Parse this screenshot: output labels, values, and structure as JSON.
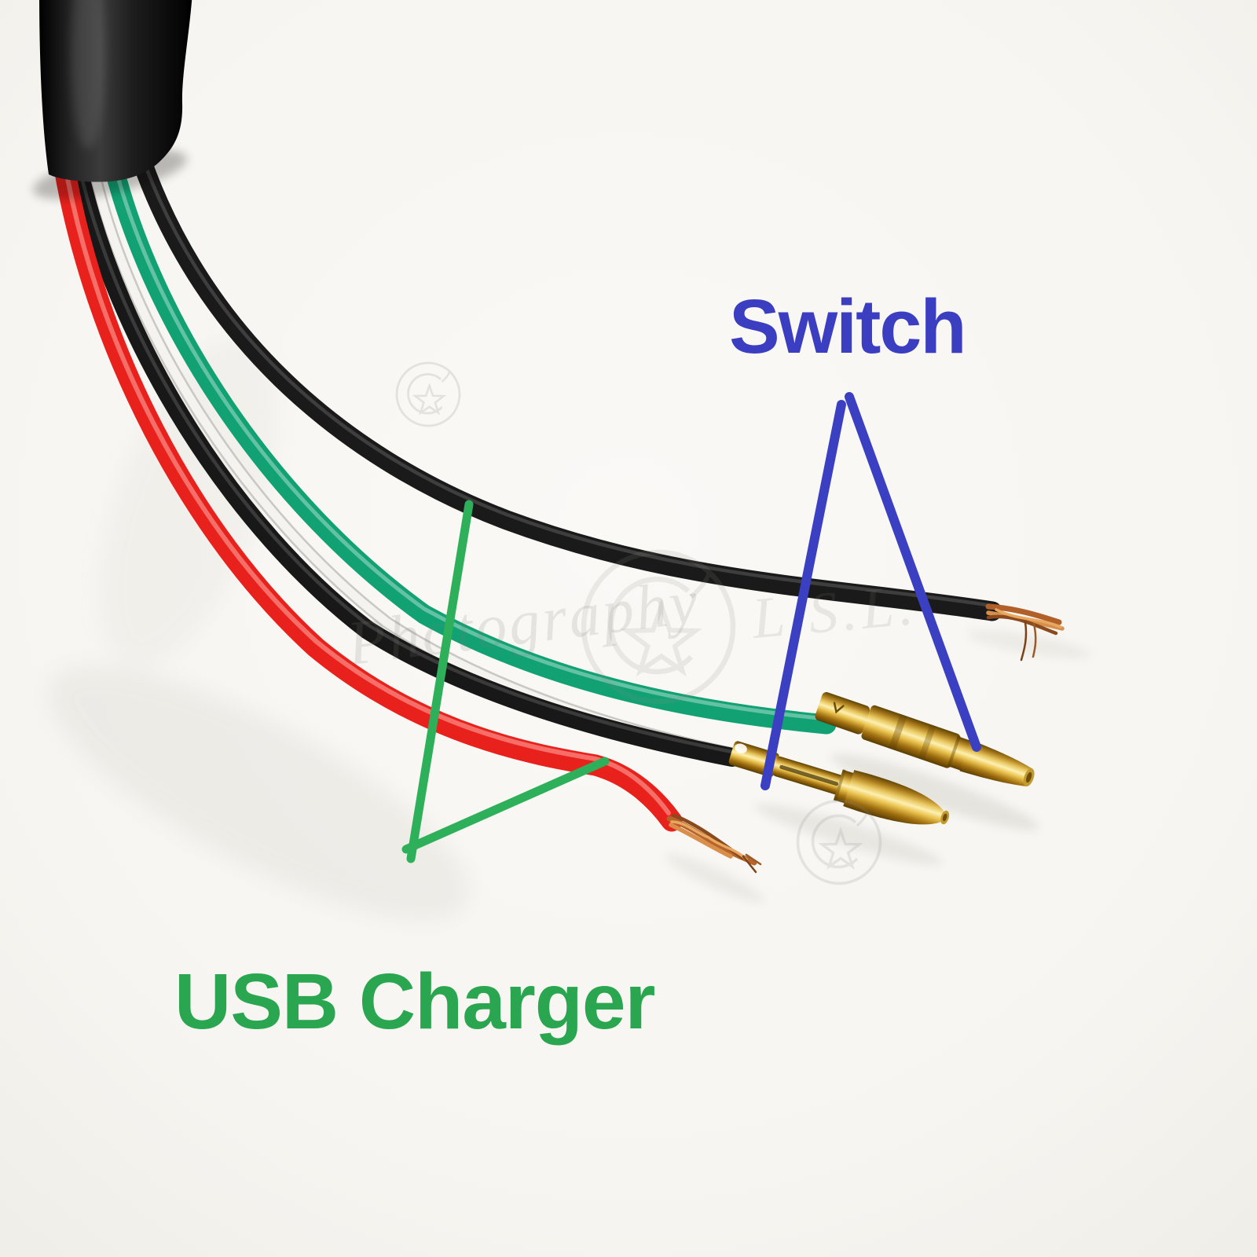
{
  "meta": {
    "description": "Product photo: black cable sheath with five wires fanned out (red, black, white, green, black), two brass bullet terminals, two stripped copper ends, annotated with colored callout lines",
    "background_color": "#f8f6f2"
  },
  "labels": {
    "switch": {
      "text": "Switch",
      "color": "#3b3ec1"
    },
    "usb_charger": {
      "text": "USB Charger",
      "color": "#2aa650"
    }
  },
  "annotations": {
    "switch_callout": {
      "style": "V-shaped pointer lines",
      "points_to": [
        "black-wire bullet terminal",
        "green-wire bullet terminal"
      ],
      "color": "#3b40c2"
    },
    "usb_callout": {
      "style": "V-shaped pointer lines",
      "points_to": [
        "upper black wire",
        "red wire"
      ],
      "color": "#2eb05a"
    }
  },
  "wires": [
    {
      "name": "red-wire",
      "color": "#e8211d",
      "end": "stripped copper strands"
    },
    {
      "name": "white-wire",
      "color": "#f4f3ef",
      "end": "hidden behind terminal"
    },
    {
      "name": "green-wire",
      "color": "#11a173",
      "end": "brass bullet terminal"
    },
    {
      "name": "black-usb-wire",
      "color": "#1a1a1a",
      "end": "stripped copper strands"
    },
    {
      "name": "black-switch-wire",
      "color": "#181818",
      "end": "brass bullet terminal"
    }
  ],
  "hardware": {
    "sheath_color": "#101010",
    "terminal_color": "#d4a62e",
    "copper_color": "#c07a38"
  },
  "watermark": {
    "script": "Photography",
    "initials": "L.S.L.",
    "color": "#7d7c76"
  }
}
